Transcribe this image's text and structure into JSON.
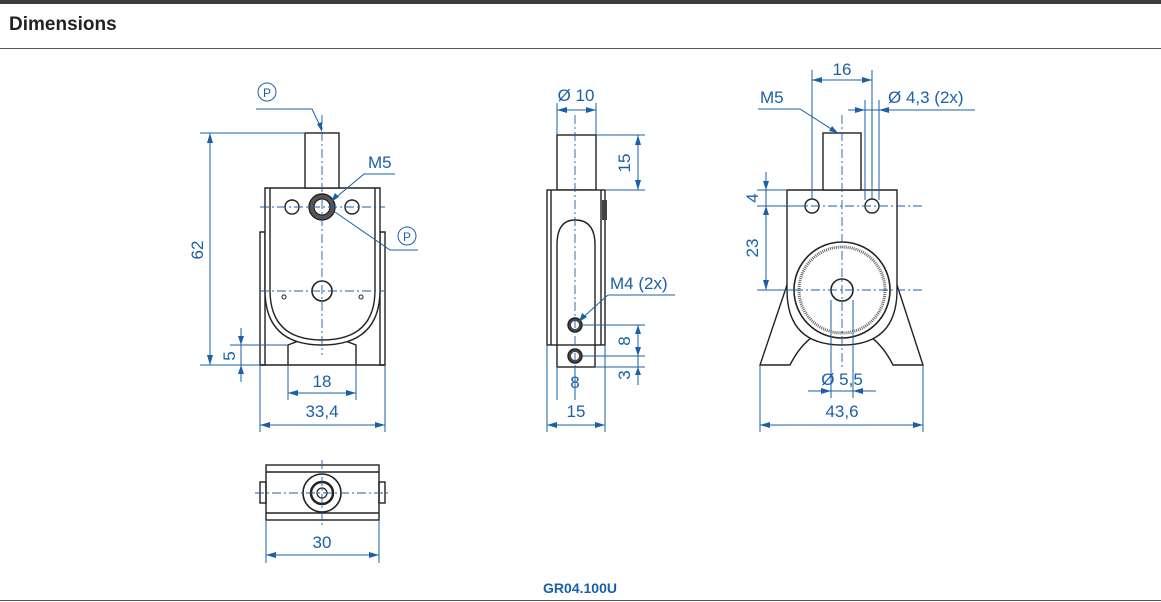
{
  "header": {
    "title": "Dimensions"
  },
  "front_view": {
    "p_mark_1": "P",
    "p_mark_2": "P",
    "thread": "M5",
    "height": "62",
    "bottom_offset": "5",
    "inner_width": "18",
    "total_width": "33,4"
  },
  "side_view": {
    "diameter": "Ø 10",
    "pin_height": "15",
    "mount_thread": "M4 (2x)",
    "hole_spacing": "8",
    "hole_bottom": "3",
    "hole_offset": "8",
    "width": "15"
  },
  "rear_view": {
    "spacing": "16",
    "thread": "M5",
    "hole_diameter": "Ø 4,3 (2x)",
    "top_offset": "4",
    "center_height": "23",
    "bore_diameter": "Ø 5,5",
    "width": "43,6"
  },
  "top_view": {
    "width": "30"
  },
  "part_number": "GR04.100U"
}
